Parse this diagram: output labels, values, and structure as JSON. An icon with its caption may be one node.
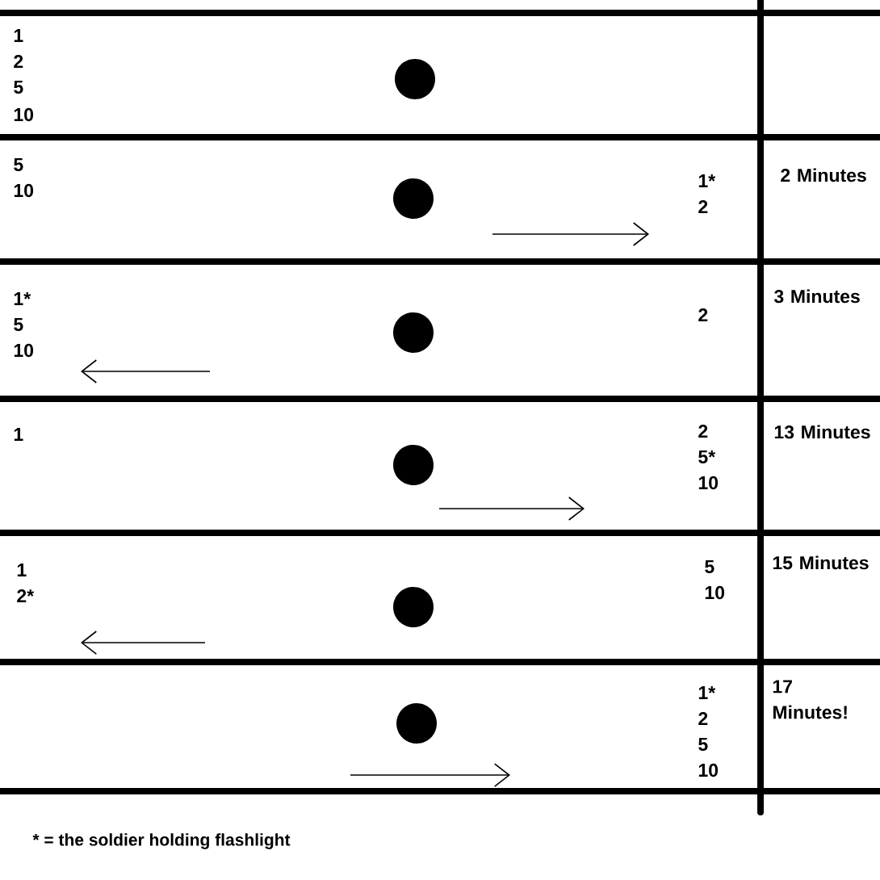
{
  "diagram": {
    "caption": "* = the soldier holding flashlight",
    "labels": [
      "1",
      "2",
      "5",
      "10",
      "5",
      "10",
      "1*",
      "2",
      "2 Minutes",
      "1*",
      "5",
      "10",
      "2",
      "3 Minutes",
      "1",
      "2",
      "5*",
      "10",
      "13 Minutes",
      "1",
      "2*",
      "5",
      "10",
      "15 Minutes",
      "1*",
      "2",
      "5",
      "10",
      "17 Minutes!"
    ]
  }
}
